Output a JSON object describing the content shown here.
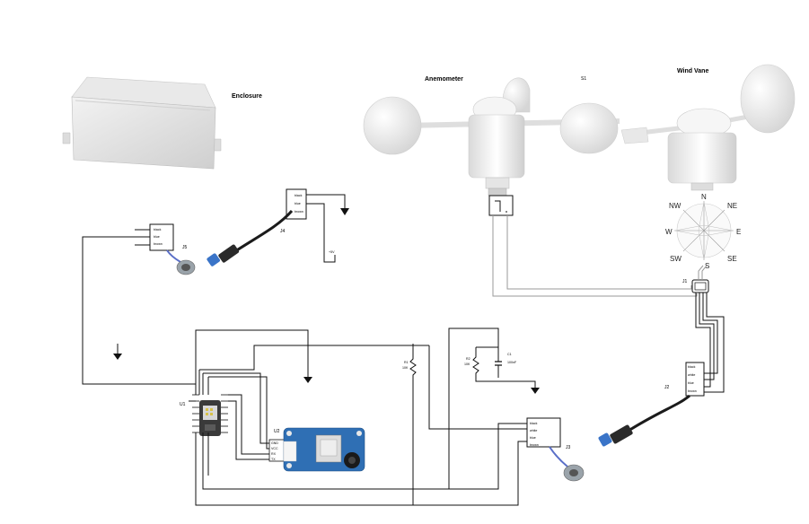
{
  "labels": {
    "enclosure": "Enclosure",
    "anemometer": "Anemometer",
    "s1": "S1",
    "wind_vane": "Wind Vane",
    "j1": "J1",
    "j2": "J2",
    "j3": "J3",
    "j4": "J4",
    "j5": "J5",
    "u1": "U1",
    "u2": "U2",
    "r1": "R1",
    "r1_value": "10K",
    "r2": "R2",
    "r2_value": "10K",
    "c1": "C1",
    "c1_value": "100nF",
    "plus5v": "+5V"
  },
  "compass": {
    "n": "N",
    "ne": "NE",
    "e": "E",
    "se": "SE",
    "s": "S",
    "sw": "SW",
    "w": "W",
    "nw": "NW"
  },
  "pins": {
    "black": "black",
    "white": "white",
    "blue": "blue",
    "brown": "brown"
  },
  "u2_pins": {
    "gnd": "GND",
    "vcc": "VCC",
    "rx": "RX",
    "tx": "TX"
  },
  "colors": {
    "board_blue": "#2f6fb4",
    "xiao_dark": "#3a3a3a",
    "cable": "#1b1b1b",
    "connector_metal": "#9aa3aa",
    "connector_blue": "#3a74c8"
  }
}
